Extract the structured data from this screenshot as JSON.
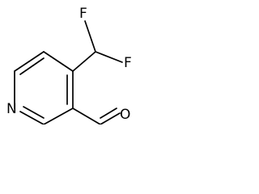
{
  "molecule": {
    "atoms": {
      "fluorine_left": "F",
      "fluorine_right": "F",
      "ring_nitrogen": "N",
      "aldehyde_oxygen": "O"
    }
  }
}
